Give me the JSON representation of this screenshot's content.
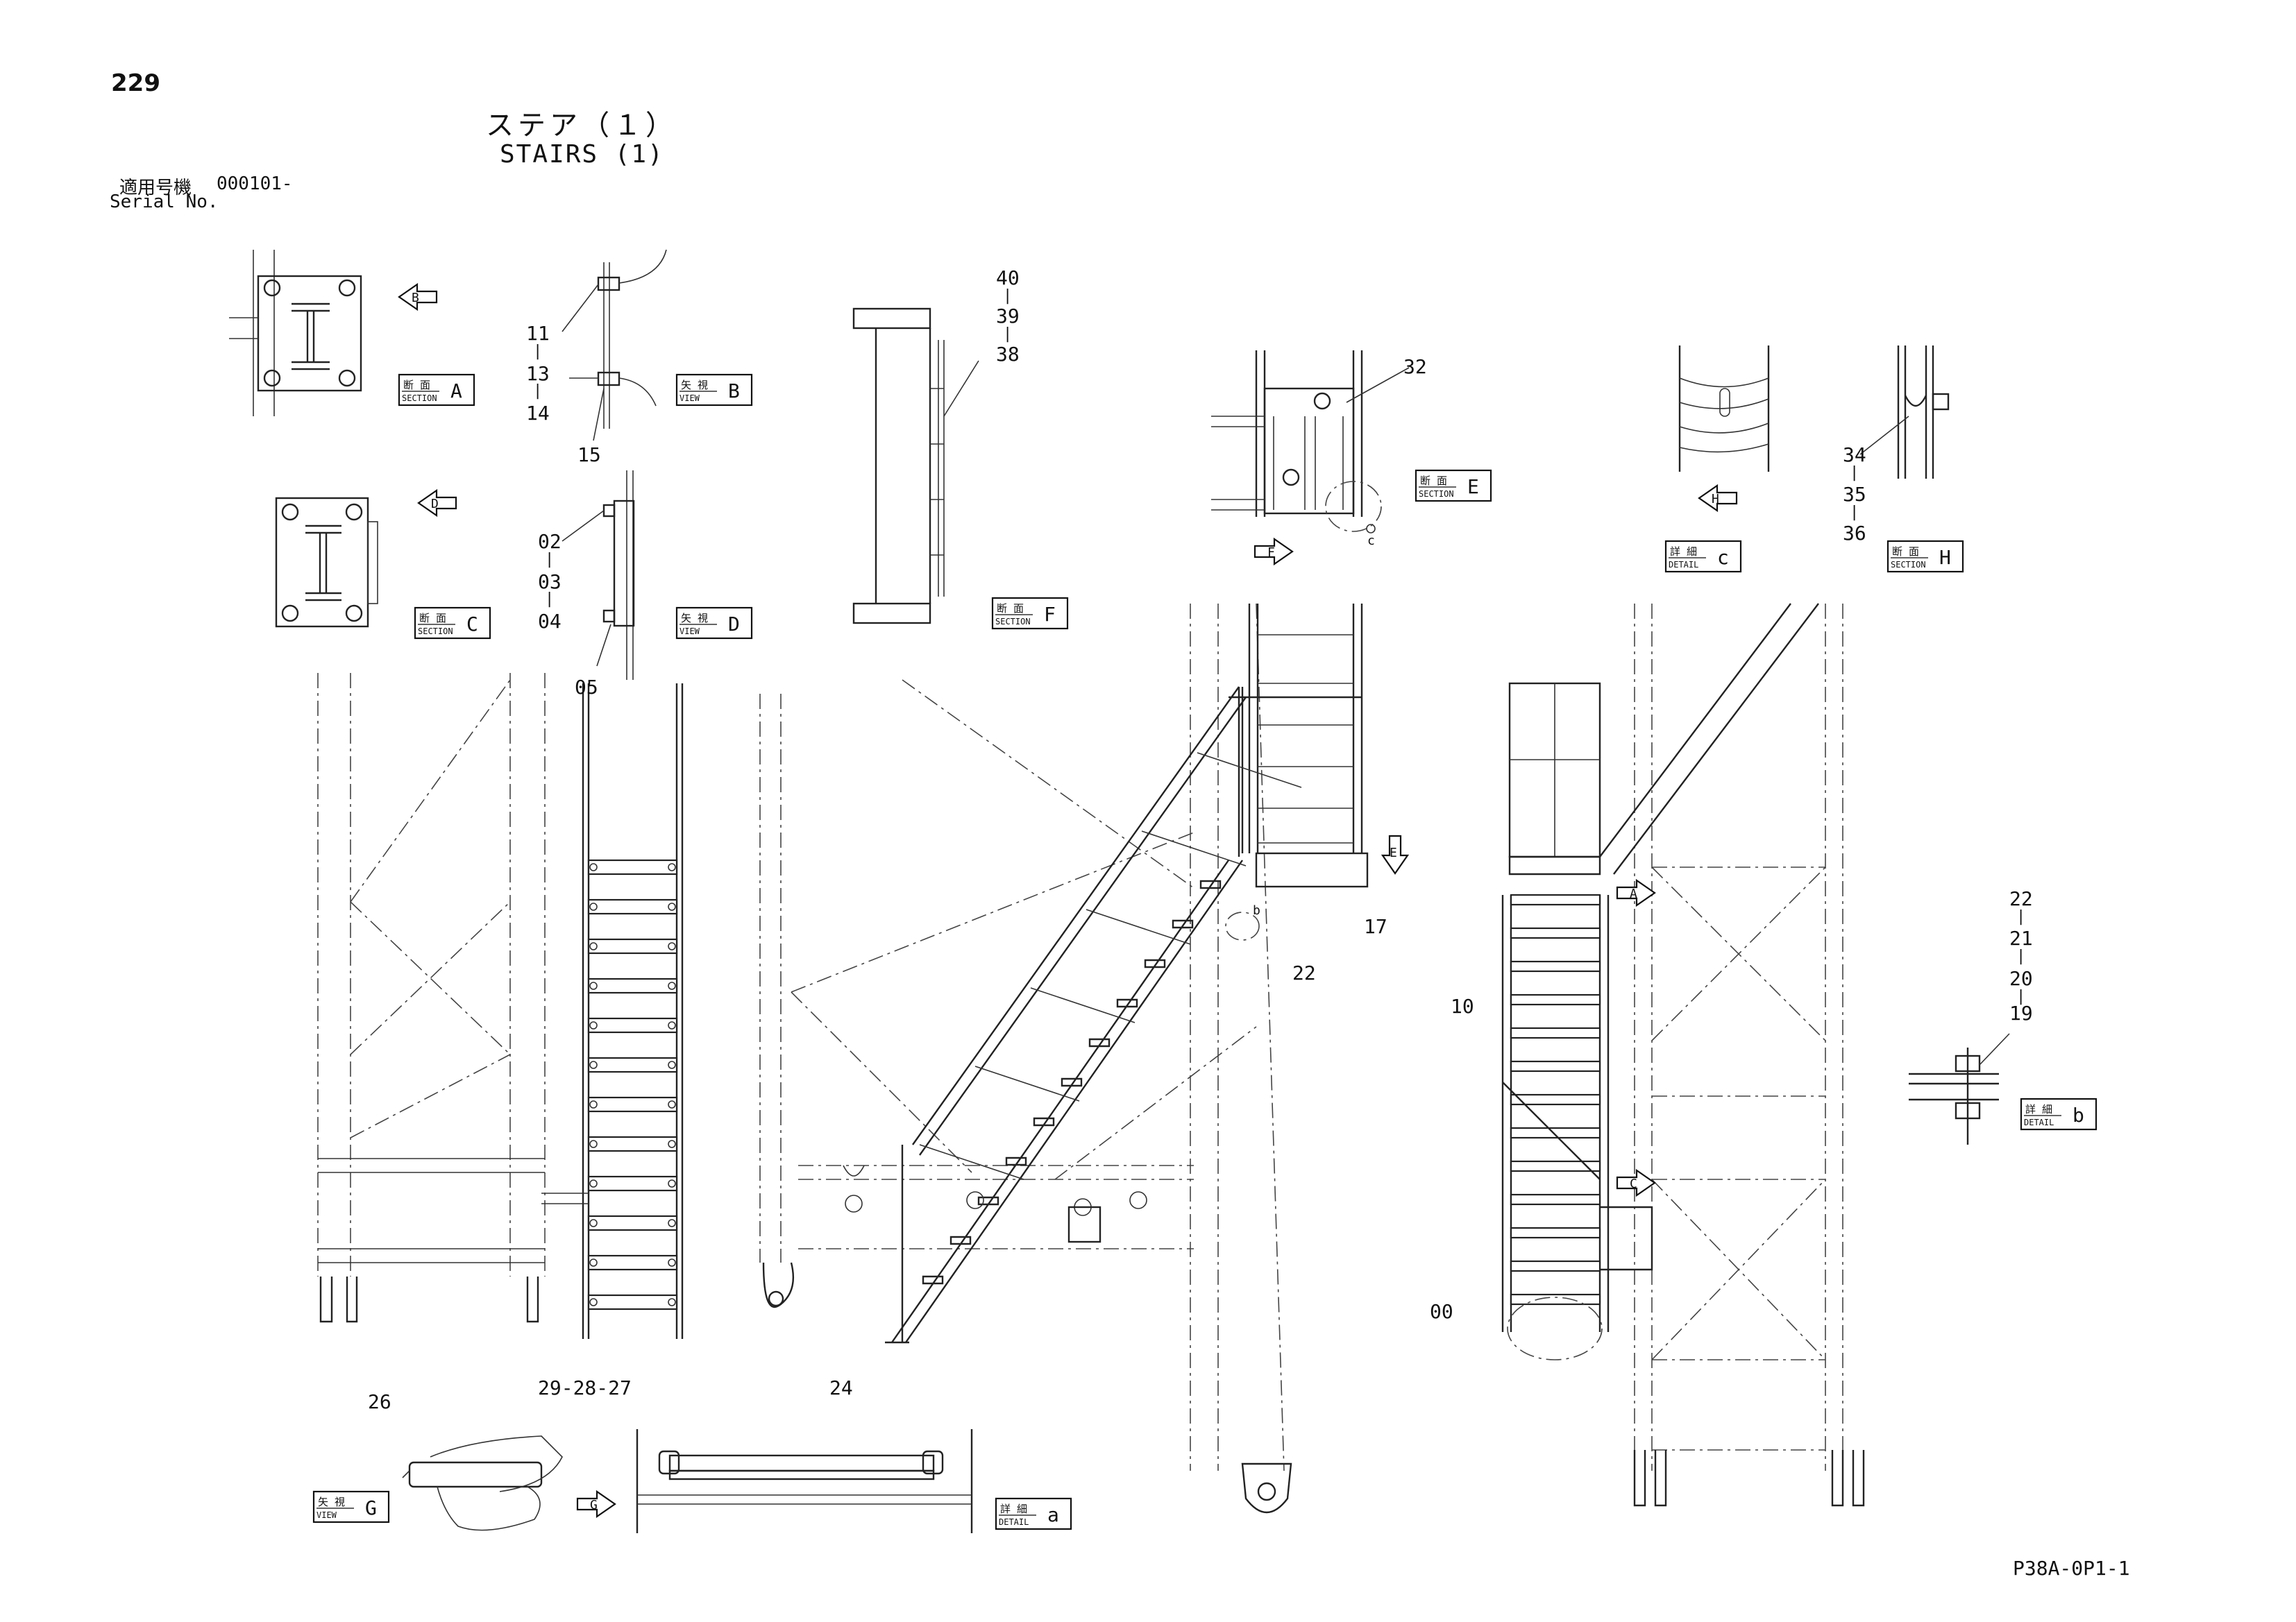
{
  "page_number": "229",
  "title_jp": "ステア（１）",
  "title_en": "STAIRS (1)",
  "serial": {
    "label_jp": "適用号機",
    "value": "000101-",
    "label_en": "Serial No."
  },
  "document_code": "P38A-0P1-1",
  "view_labels": [
    {
      "kanji": "断 面",
      "kind": "SECTION",
      "letter": "A"
    },
    {
      "kanji": "矢 視",
      "kind": "VIEW",
      "letter": "B"
    },
    {
      "kanji": "断 面",
      "kind": "SECTION",
      "letter": "C"
    },
    {
      "kanji": "矢 視",
      "kind": "VIEW",
      "letter": "D"
    },
    {
      "kanji": "断 面",
      "kind": "SECTION",
      "letter": "F"
    },
    {
      "kanji": "断 面",
      "kind": "SECTION",
      "letter": "E"
    },
    {
      "kanji": "詳 細",
      "kind": "DETAIL",
      "letter": "c"
    },
    {
      "kanji": "断 面",
      "kind": "SECTION",
      "letter": "H"
    },
    {
      "kanji": "詳 細",
      "kind": "DETAIL",
      "letter": "b"
    },
    {
      "kanji": "矢 視",
      "kind": "VIEW",
      "letter": "G"
    },
    {
      "kanji": "詳 細",
      "kind": "DETAIL",
      "letter": "a"
    }
  ],
  "arrow_markers": [
    "B",
    "D",
    "F",
    "E",
    "H",
    "A",
    "C",
    "G"
  ],
  "detail_circle_markers": [
    "c",
    "b"
  ],
  "part_callouts": [
    "11",
    "13",
    "14",
    "15",
    "02",
    "03",
    "04",
    "05",
    "40",
    "39",
    "38",
    "32",
    "34",
    "35",
    "36",
    "17",
    "22",
    "10",
    "22",
    "21",
    "20",
    "19",
    "00",
    "26",
    "29-28-27",
    "24"
  ],
  "icons": {
    "view_arrow": "direction-arrow-icon",
    "detail_circle": "detail-circle-icon"
  }
}
